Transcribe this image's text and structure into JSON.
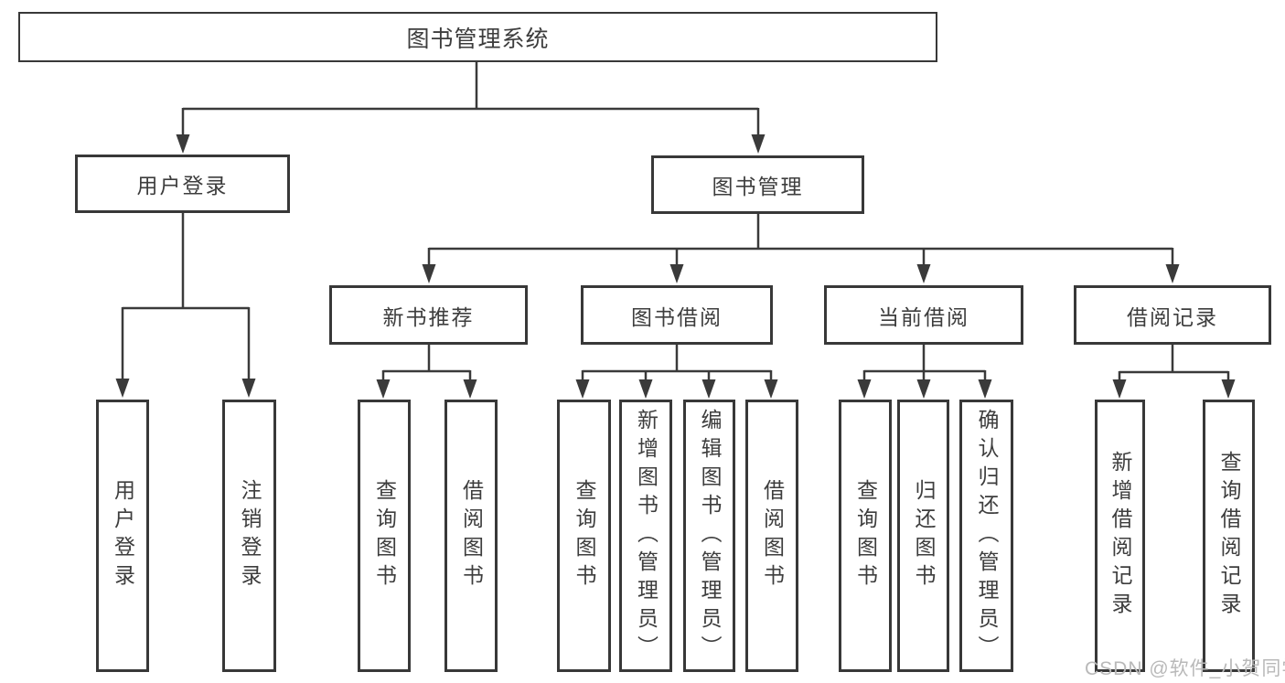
{
  "diagram": {
    "root": "图书管理系统",
    "level2": [
      {
        "label": "用户登录"
      },
      {
        "label": "图书管理"
      }
    ],
    "level3": [
      {
        "label": "新书推荐"
      },
      {
        "label": "图书借阅"
      },
      {
        "label": "当前借阅"
      },
      {
        "label": "借阅记录"
      }
    ],
    "leaves": {
      "user_login": [
        "用户登录",
        "注销登录"
      ],
      "new_book": [
        "查询图书",
        "借阅图书"
      ],
      "borrow": [
        "查询图书",
        "新增图书（管理员）",
        "编辑图书（管理员）",
        "借阅图书"
      ],
      "current": [
        "查询图书",
        "归还图书",
        "确认归还（管理员）"
      ],
      "records": [
        "新增借阅记录",
        "查询借阅记录"
      ]
    }
  },
  "watermark": "CSDN @软件_小贺同学",
  "colors": {
    "line": "#3a3a3a",
    "border": "#383838",
    "text": "#3d3d3d",
    "watermark": "#b9b9b9",
    "background": "#ffffff"
  }
}
